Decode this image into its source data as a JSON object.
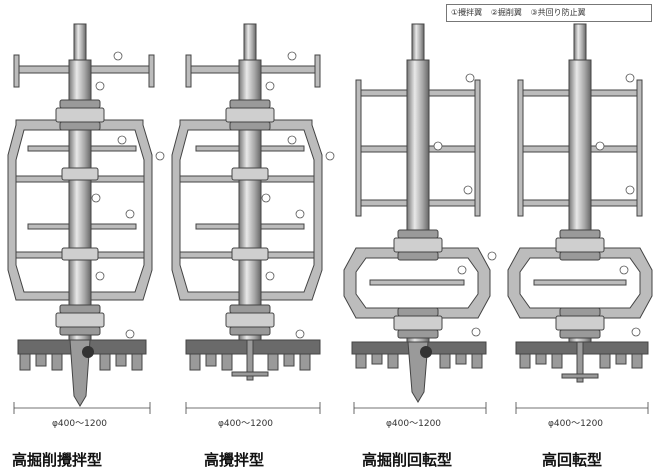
{
  "legend": {
    "items": [
      "①攪拌翼",
      "②掘削翼",
      "③共回り防止翼"
    ]
  },
  "dimension_label": "φ400～1200",
  "diagrams": [
    {
      "id": "d1",
      "caption": "高掘削攪拌型"
    },
    {
      "id": "d2",
      "caption": "高攪拌型"
    },
    {
      "id": "d3",
      "caption": "高掘削回転型"
    },
    {
      "id": "d4",
      "caption": "高回転型"
    }
  ],
  "colors": {
    "line": "#444444",
    "fill": "#bcbcbc",
    "dark": "#6a6a6a"
  }
}
